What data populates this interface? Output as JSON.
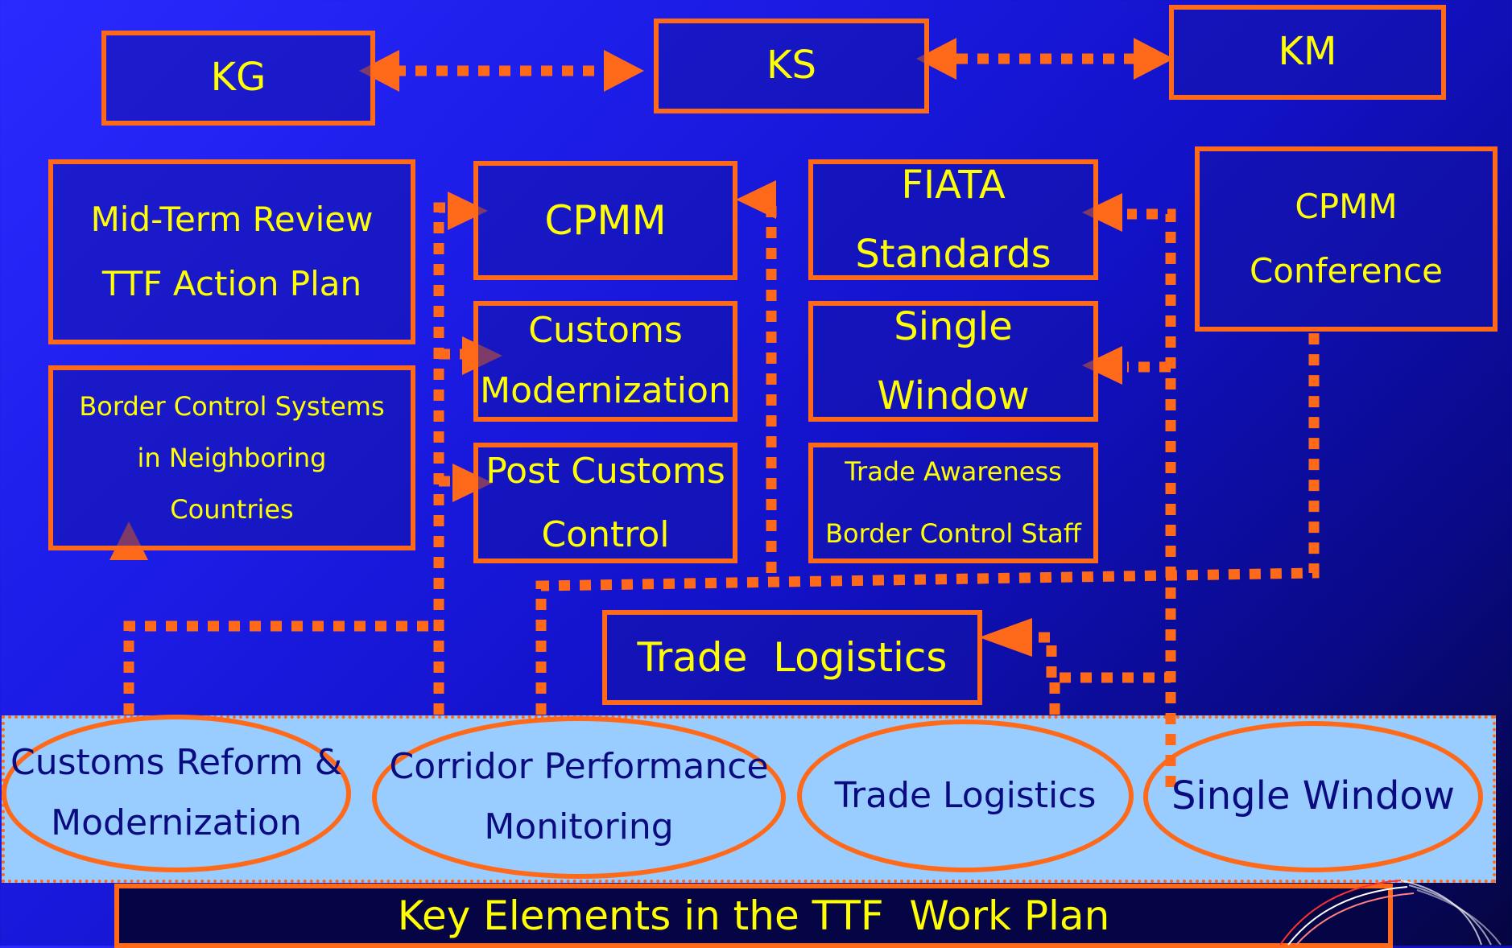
{
  "top": {
    "kg": "KG",
    "ks": "KS",
    "km": "KM"
  },
  "left": {
    "mid_term_review": [
      "Mid-Term Review",
      "TTF Action Plan"
    ],
    "border_control": [
      "Border Control Systems",
      "in Neighboring",
      "Countries"
    ]
  },
  "middle": {
    "cpmm": "CPMM",
    "customs_modernization": [
      "Customs",
      "Modernization"
    ],
    "post_customs_control": [
      "Post Customs",
      "Control"
    ]
  },
  "right": {
    "fiata": [
      "FIATA",
      "Standards"
    ],
    "single_window": [
      "Single",
      "Window"
    ],
    "trade_awareness": [
      "Trade Awareness",
      "Border Control Staff"
    ]
  },
  "cpmm_conference": [
    "CPMM",
    "Conference"
  ],
  "trade_logistics_box": "Trade  Logistics",
  "ovals": {
    "customs_reform": [
      "Customs Reform &",
      "Modernization"
    ],
    "corridor_performance": [
      "Corridor Performance",
      "Monitoring"
    ],
    "trade_logistics": "Trade Logistics",
    "single_window": "Single Window"
  },
  "footer": "Key Elements in the TTF  Work Plan",
  "colors": {
    "accent_orange": "#ff6a1a",
    "text_yellow": "#ffff00",
    "band_light_blue": "#99ccff",
    "oval_text_navy": "#0b0b80"
  }
}
